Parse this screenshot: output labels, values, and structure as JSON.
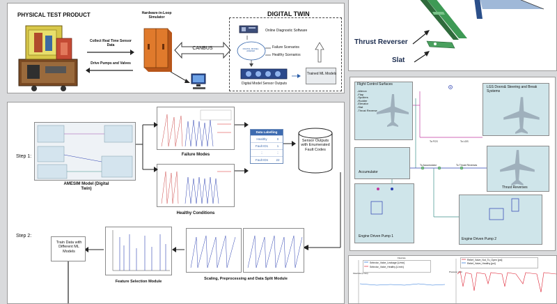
{
  "top_left": {
    "physical_title": "PHYSICAL TEST PRODUCT",
    "hil_label": "Hardware-in-Loop Simulator",
    "collect_label": "Collect Real Time Sensor Data",
    "drive_label": "Drive Pumps and Valves",
    "canbus_label": "CANBUS",
    "digital_twin_title": "DIGITAL TWIN",
    "online_diag": "Online Diagnostic Software",
    "failure_scen": "Failure Scenarios",
    "healthy_scen": "Healthy Scenarios",
    "dt_model_small": "DIGITAL MODEL AMESIM",
    "sensor_outputs": "Digital Model Sensor Outputs",
    "trained_ml": "Trained ML Models"
  },
  "top_right": {
    "thrust_reverser": "Thrust Reverser",
    "slat": "Slat"
  },
  "workflow": {
    "step1": "Step 1:",
    "step2": "Step 2:",
    "amesim_label": "AMESIM Model (Digital Twin)",
    "failure_modes": "Failure Modes",
    "healthy_conditions": "Healthy Conditions",
    "fault_table": {
      "header": "Data Labelling",
      "rows": [
        {
          "label": "Healthy",
          "code": "0"
        },
        {
          "label": "Fault ID1",
          "code": "1"
        },
        {
          "label": "⋮",
          "code": "⋮"
        },
        {
          "label": "Fault IDn",
          "code": "22"
        }
      ]
    },
    "sensor_outputs": "Sensor Outputs with Enumerated Fault Codes",
    "feature_selection": "Feature Selection Module",
    "scaling": "Scaling, Preprocessing and Data Split Module",
    "train_data": "Train Data with Different ML Models"
  },
  "schematic": {
    "flight_control_title": "Flight Control Surfaces",
    "flight_control_items": [
      "-Aileron",
      "-Flap",
      "-Spoilers",
      "-Rudder",
      "-Elevator",
      "-Slat",
      "-Thrust Reverse"
    ],
    "lgs_title": "LGS Doors& Steering and Break Systems",
    "accumulator": "Accumulator",
    "thrust_reverses": "Thrust Reverses",
    "edp1": "Engine Driven Pump 1",
    "edp2": "Engine Driven Pump 2",
    "to_fcs": "To FCS",
    "to_lgs": "To LGS",
    "to_accumulator": "To Accumulator",
    "to_thrust_reverses": "To Thrust Reverses"
  },
  "bottom_charts": {
    "left_legend": [
      "Selector_Valve_Leakage [L/min]",
      "Selector_Valve_Healthy [L/min]"
    ],
    "right_legend": [
      "Relief_Valve_Not_To_Open [psi]",
      "Relief_Valve_Healthy [psi]"
    ],
    "left_title": "Flowrate",
    "left_axis": "Flowrate (L/min)",
    "right_axis": "Pressure (psi)"
  },
  "colors": {
    "panel_bg": "#d9dadc",
    "schematic_green": "#cfe5ea",
    "arrow_dark": "#222222",
    "teal": "#3b8f8a",
    "magenta": "#c0399f",
    "blue_line": "#2a3fb0"
  }
}
